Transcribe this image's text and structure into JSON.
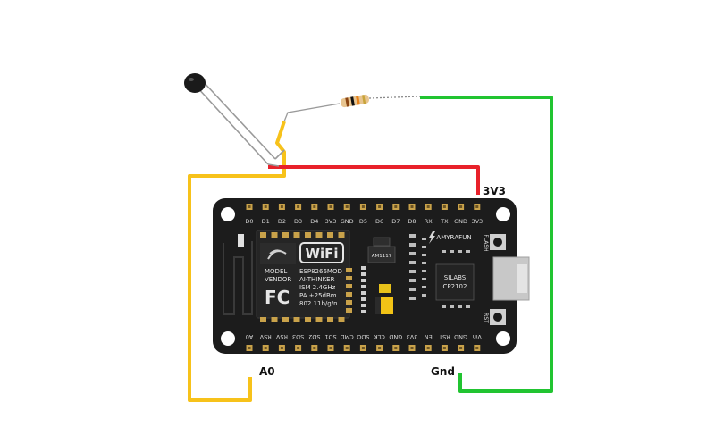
{
  "colors": {
    "wire_power": "#e8212a",
    "wire_ground": "#21c431",
    "wire_signal": "#f7c21a",
    "board": "#1c1c1c",
    "pin": "#c9a24a"
  },
  "connections": {
    "vcc": "3V3",
    "adc": "A0",
    "gnd": "Gnd"
  },
  "board": {
    "top_pins": [
      "D0",
      "D1",
      "D2",
      "D3",
      "D4",
      "3V3",
      "GND",
      "D5",
      "D6",
      "D7",
      "D8",
      "RX",
      "TX",
      "GND",
      "3V3"
    ],
    "bottom_pins": [
      "A0",
      "RSV",
      "RSV",
      "SD3",
      "SD2",
      "SD1",
      "CMD",
      "SDO",
      "CLK",
      "GND",
      "3V3",
      "EN",
      "RST",
      "GND",
      "Vin"
    ],
    "module": {
      "wifi_logo": "WiFi",
      "line1": "MODEL",
      "line2": "VENDOR",
      "line3": "ESP8266MOD",
      "line4": "AI-THINKER",
      "line5": "ISM 2.4GHz",
      "line6": "PA +25dBm",
      "line7": "802.11b/g/n",
      "fcc": "FC"
    },
    "regulator": "AM1117",
    "brand": "ΛMYRΛFUN",
    "usb_chip_line1": "SILABS",
    "usb_chip_line2": "CP2102",
    "flash_label": "FLASH",
    "rst_label": "RST"
  }
}
